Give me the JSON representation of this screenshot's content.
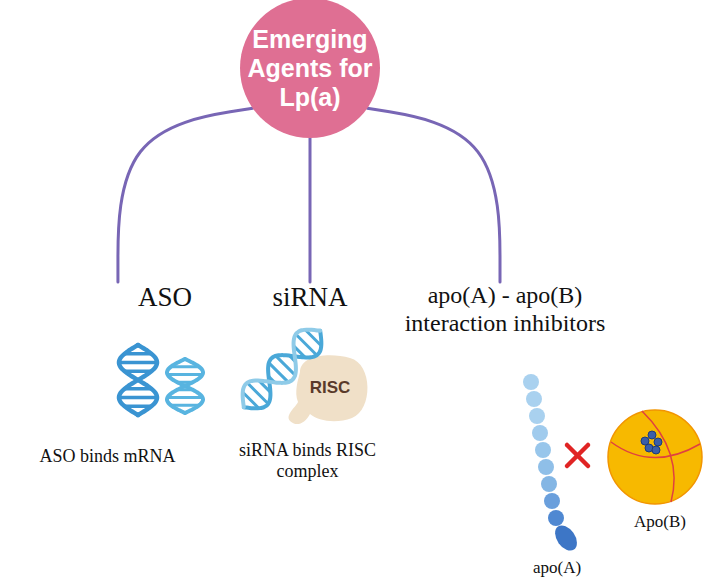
{
  "diagram": {
    "nodes": [
      {
        "text": [
          "Emerging Agents for Lp(a)"
        ]
      },
      {
        "text": [
          "ASO",
          "ASO binds mRNA"
        ]
      },
      {
        "text": [
          "siRNA",
          "siRNA binds RISC complex"
        ]
      },
      {
        "text": [
          "apo(A) - apo(B) interaction inhibitors"
        ]
      }
    ],
    "edges": [
      {
        "from": 0,
        "to": 1,
        "arrow": "none"
      },
      {
        "from": 0,
        "to": 2,
        "arrow": "none"
      },
      {
        "from": 0,
        "to": 3,
        "arrow": "none"
      }
    ],
    "labels": [
      "RISC",
      "Apo(B)",
      "apo(A)"
    ]
  }
}
